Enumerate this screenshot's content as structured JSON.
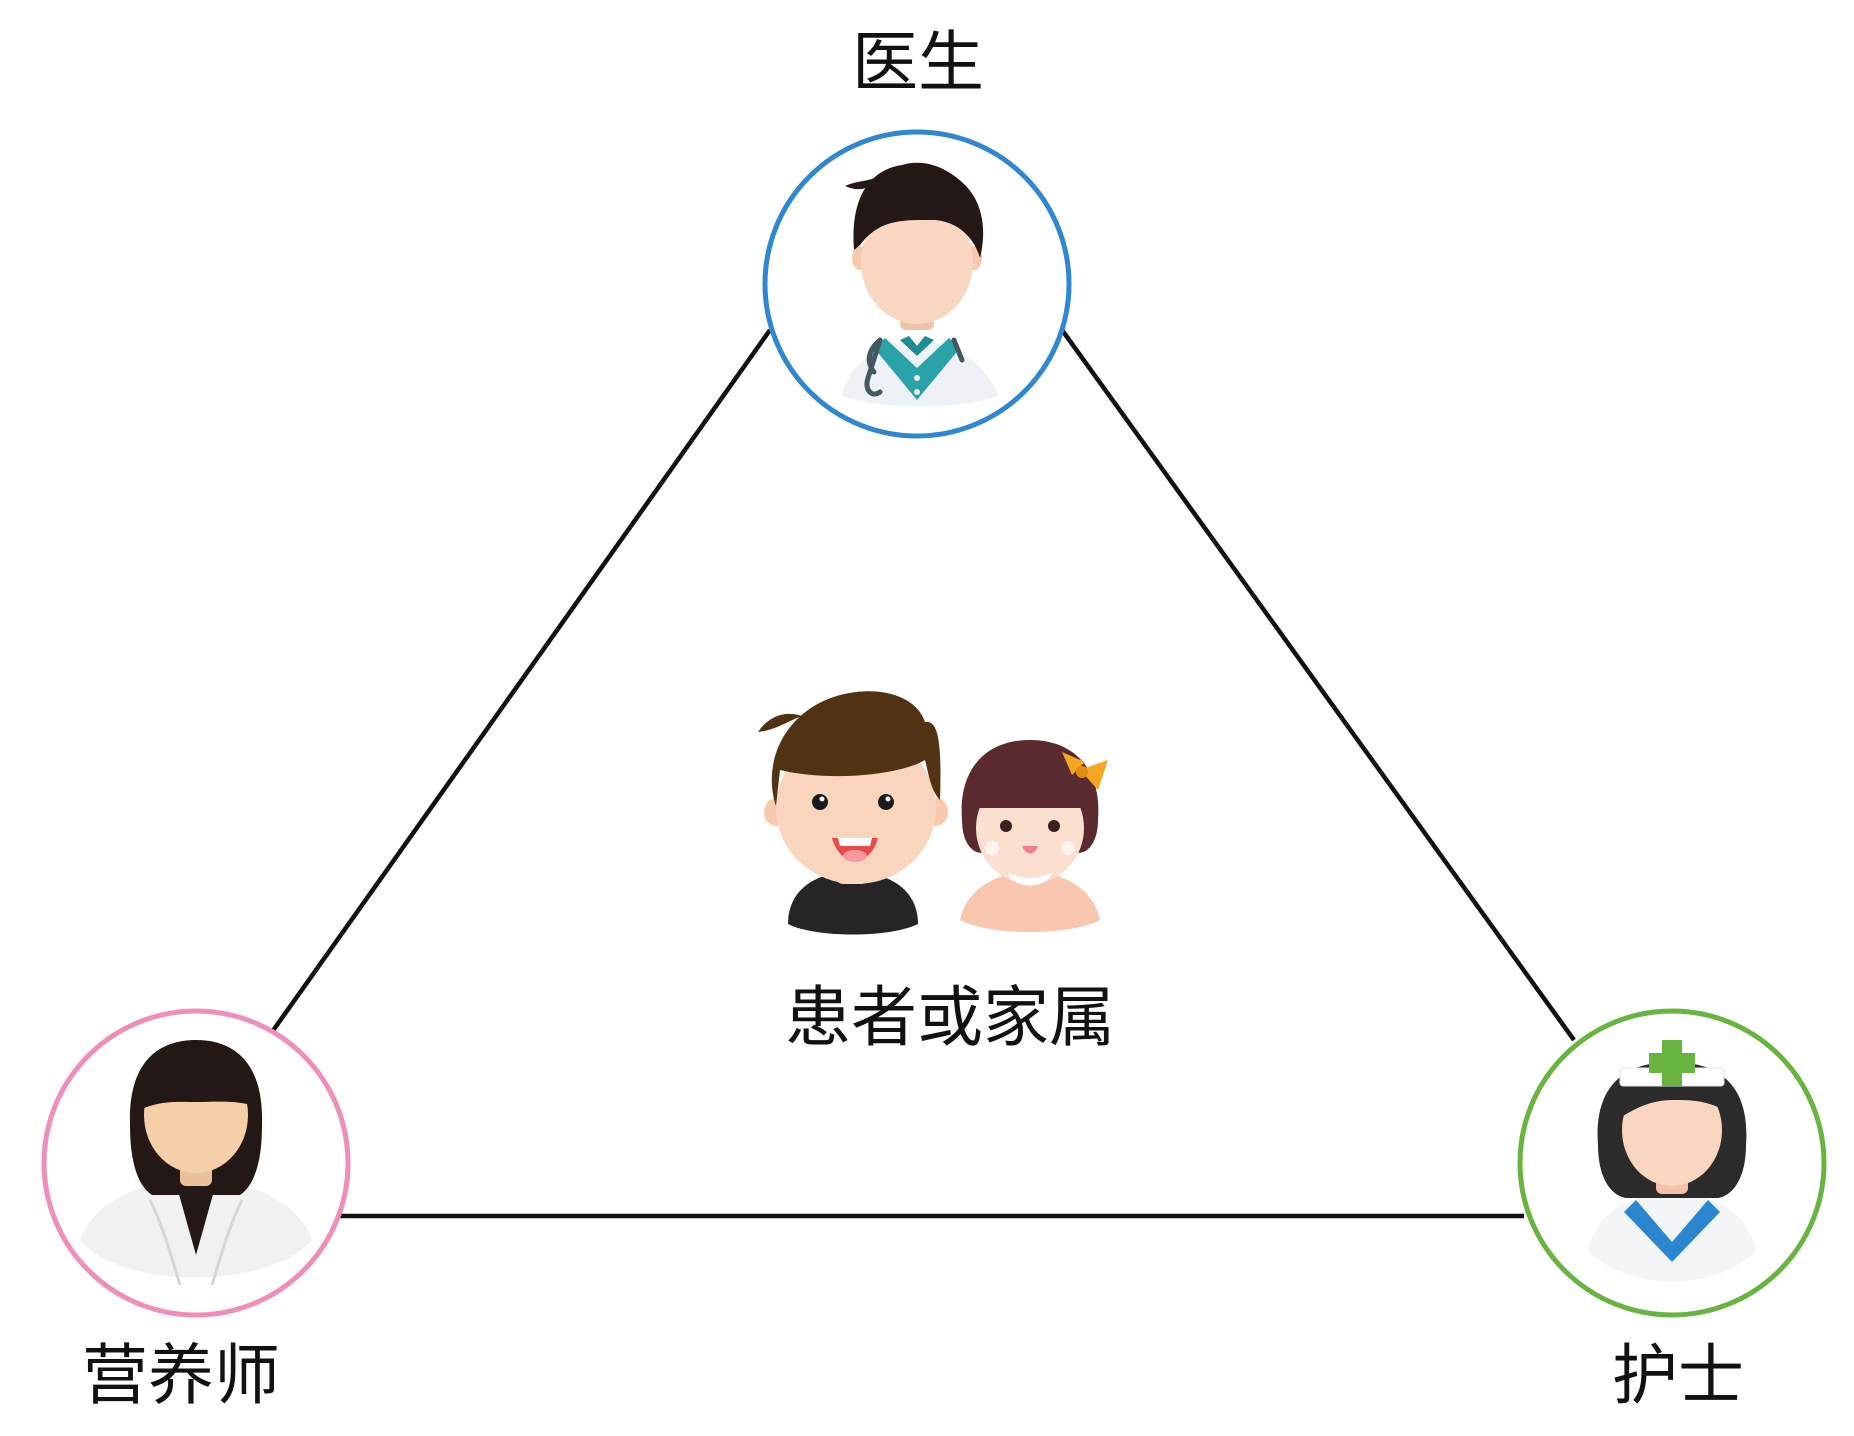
{
  "nodes": {
    "doctor": {
      "label": "医生",
      "ring_color": "#2f86d1",
      "icon": "doctor-icon"
    },
    "nutritionist": {
      "label": "营养师",
      "ring_color": "#ef8fb9",
      "icon": "nutritionist-icon"
    },
    "nurse": {
      "label": "护士",
      "ring_color": "#68b440",
      "icon": "nurse-icon"
    },
    "patient": {
      "label": "患者或家属",
      "icon": "patient-family-icon"
    }
  },
  "edges": [
    {
      "from": "doctor",
      "to": "nutritionist"
    },
    {
      "from": "doctor",
      "to": "nurse"
    },
    {
      "from": "nutritionist",
      "to": "nurse"
    }
  ]
}
